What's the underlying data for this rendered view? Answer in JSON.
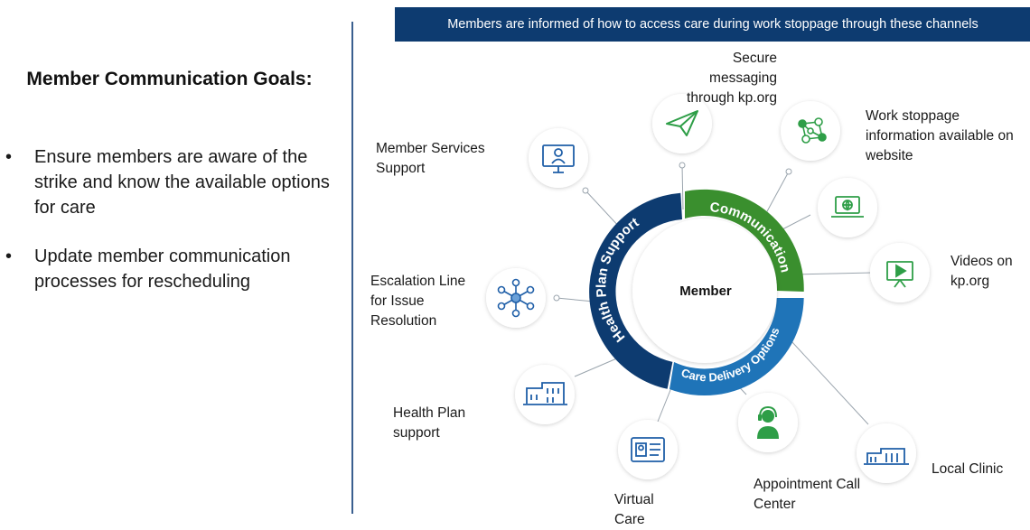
{
  "goals": {
    "title": "Member Communication Goals:",
    "items": [
      "Ensure members are aware of the strike and know the available options for care",
      "Update member communication processes for rescheduling"
    ]
  },
  "banner": "Members are informed of how to access care during work stoppage through these channels",
  "hub": {
    "center": "Member",
    "segments": [
      {
        "label": "Health Plan Support",
        "color": "#0d3b70"
      },
      {
        "label": "Communication",
        "color": "#3a8f2e"
      },
      {
        "label": "Care Delivery Options",
        "color": "#1f74b8"
      }
    ]
  },
  "channels": {
    "secure_messaging": "Secure messaging through kp.org",
    "work_stoppage": "Work stoppage information available on website",
    "videos": "Videos on kp.org",
    "member_services": "Member Services Support",
    "escalation": "Escalation Line for Issue Resolution",
    "health_plan": "Health Plan support",
    "virtual_care": "Virtual Care",
    "appointment": "Appointment Call Center",
    "local_clinic": "Local Clinic"
  },
  "colors": {
    "navy": "#0d3b70",
    "green": "#3a8f2e",
    "blue": "#1f74b8",
    "icon_green": "#2e9e47",
    "icon_blue": "#1f5fa8"
  }
}
